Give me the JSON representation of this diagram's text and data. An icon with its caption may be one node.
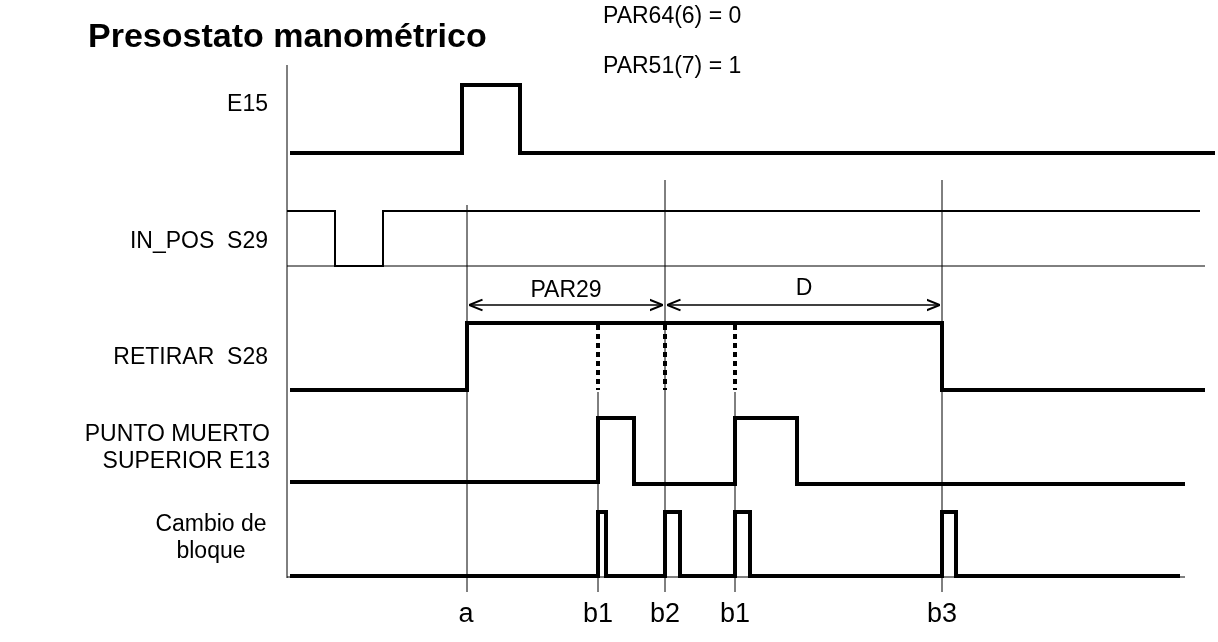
{
  "diagram": {
    "title": "Presostato manométrico",
    "labels": [
      "PAR64(6) = 0",
      "PAR51(7) = 1",
      "E15",
      "IN_POS  S29",
      "PAR29",
      "D",
      "RETIRAR  S28",
      "PUNTO MUERTO SUPERIOR E13",
      "Cambio de bloque",
      "a",
      "b1",
      "b2",
      "b1",
      "b3"
    ]
  }
}
